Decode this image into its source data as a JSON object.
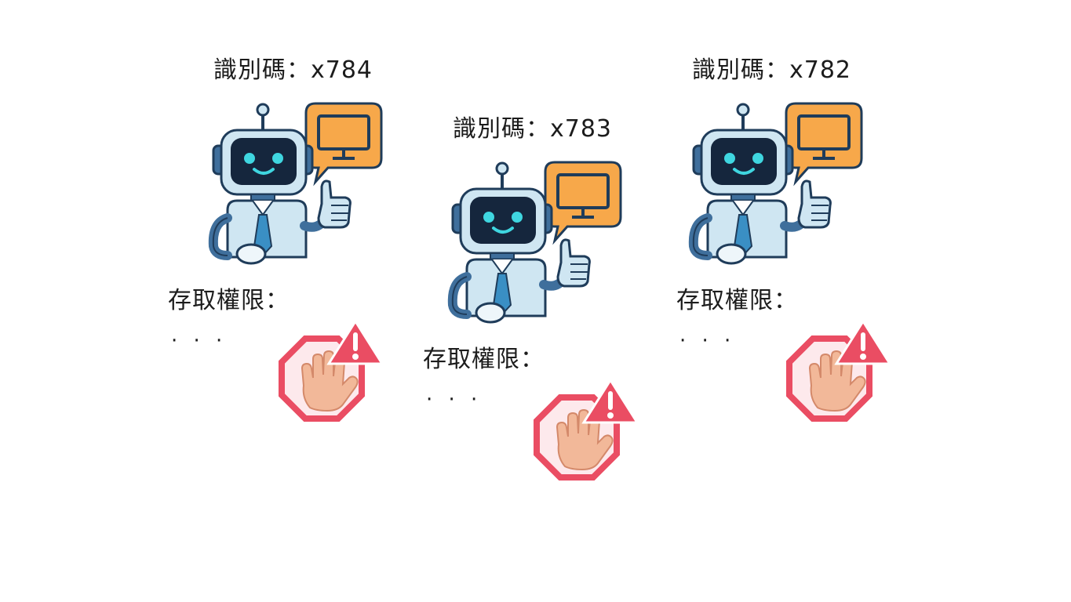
{
  "agents": [
    {
      "id_label": "識別碼：x784",
      "access_label": "存取權限：",
      "access_value": "· · ·",
      "robot_icon": "robot-icon",
      "speech_icon": "monitor-speech-bubble-icon",
      "stop_icon": "stop-hand-warning-icon"
    },
    {
      "id_label": "識別碼：x783",
      "access_label": "存取權限：",
      "access_value": "· · ·",
      "robot_icon": "robot-icon",
      "speech_icon": "monitor-speech-bubble-icon",
      "stop_icon": "stop-hand-warning-icon"
    },
    {
      "id_label": "識別碼：x782",
      "access_label": "存取權限：",
      "access_value": "· · ·",
      "robot_icon": "robot-icon",
      "speech_icon": "monitor-speech-bubble-icon",
      "stop_icon": "stop-hand-warning-icon"
    }
  ],
  "colors": {
    "robot_body": "#cfe6f2",
    "robot_outline": "#1f3c5a",
    "robot_screen": "#15263d",
    "robot_eyes": "#3fd6e0",
    "robot_tie": "#3a8fc4",
    "robot_limbs": "#3f6f9c",
    "bubble": "#f7a84a",
    "stop_red": "#ea4d63",
    "stop_fill": "#fde9ec",
    "hand": "#f2b899"
  }
}
